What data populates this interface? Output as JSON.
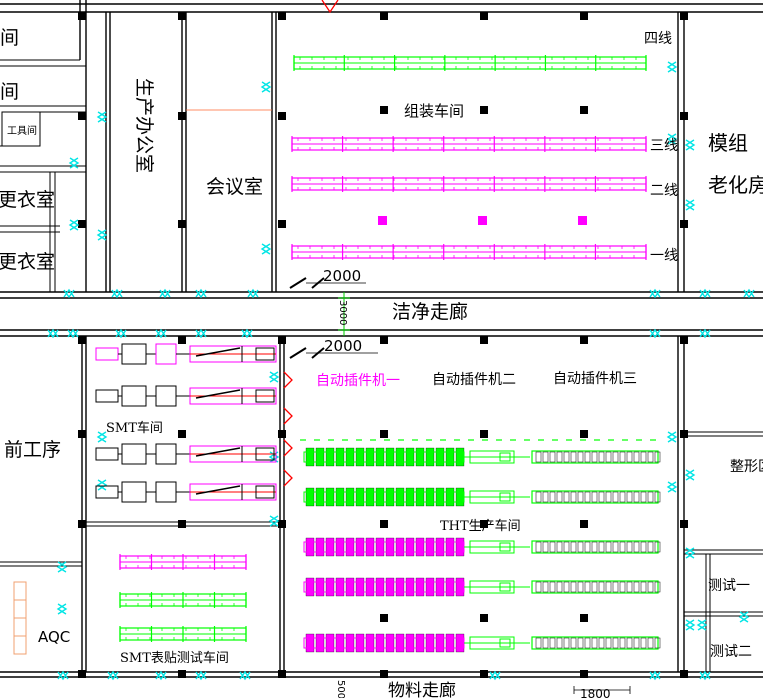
{
  "rooms": {
    "room_top_left_partial": "间",
    "room_left_partial2": "间",
    "tool_room": "工具间",
    "locker_room_1": "更衣室",
    "locker_room_2": "更衣室",
    "production_office": "生产办公室",
    "meeting_room": "会议室",
    "assembly_workshop": "组装车间",
    "line_4": "四线",
    "line_3": "三线",
    "line_2": "二线",
    "line_1": "一线",
    "module_aging_1": "模组",
    "module_aging_2": "老化房",
    "clean_corridor": "洁净走廊",
    "dim_2000_top": "2000",
    "dim_3000": "3000",
    "dim_2000_bottom": "2000",
    "auto_insert_1": "自动插件机一",
    "auto_insert_2": "自动插件机二",
    "auto_insert_3": "自动插件机三",
    "pre_process": "前工序",
    "smt_workshop": "SMT车间",
    "tht_workshop": "THT生产车间",
    "shaping_partial": "整形区",
    "test_1": "测试一",
    "test_2": "测试二",
    "aqc": "AQC",
    "smt_test_workshop": "SMT表贴测试车间",
    "material_corridor": "物料走廊",
    "dim_500": "500",
    "dim_1800": "1800"
  },
  "colors": {
    "magenta": "#ff00ff",
    "green": "#00ff00",
    "cyan": "#00e5e5",
    "red": "#ff0000",
    "dim_green": "#00cc00"
  }
}
